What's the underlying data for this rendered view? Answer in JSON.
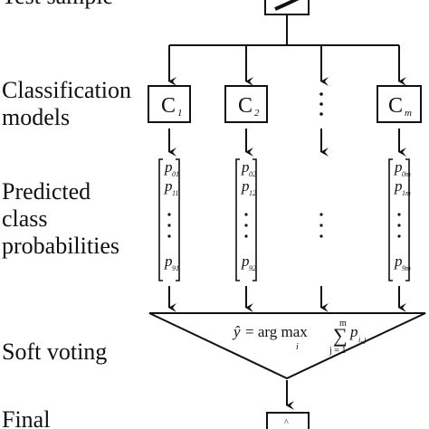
{
  "labels": {
    "input_cut": "Test sample",
    "classification_line1": "Classification",
    "classification_line2": "models",
    "predicted_line1": "Predicted",
    "predicted_line2": "class",
    "predicted_line3": "probabilities",
    "soft_voting": "Soft voting",
    "final_line1": "Final"
  },
  "models": [
    {
      "letter": "C",
      "sub": "1"
    },
    {
      "letter": "C",
      "sub": "2"
    },
    {
      "letter": "C",
      "sub": "m"
    }
  ],
  "prob_columns": [
    {
      "p_top": "p",
      "s1": "01",
      "p2": "p",
      "s2": "11",
      "p_bot": "p",
      "s3": "91"
    },
    {
      "p_top": "p",
      "s1": "02",
      "p2": "p",
      "s2": "12",
      "p_bot": "p",
      "s3": "92"
    },
    {
      "p_top": "p",
      "s1": "0m",
      "p2": "p",
      "s2": "1m",
      "p_bot": "p",
      "s3": "9m"
    }
  ],
  "formula": {
    "yhat": "ŷ",
    "eq": "= arg max",
    "under_max": "i",
    "sum": "∑",
    "sum_top": "m",
    "sum_bottom": "j = 1",
    "p": "p",
    "p_sub": "i, j"
  },
  "output_symbol": "^",
  "colors": {
    "stroke": "#111111",
    "background": "#ffffff"
  }
}
